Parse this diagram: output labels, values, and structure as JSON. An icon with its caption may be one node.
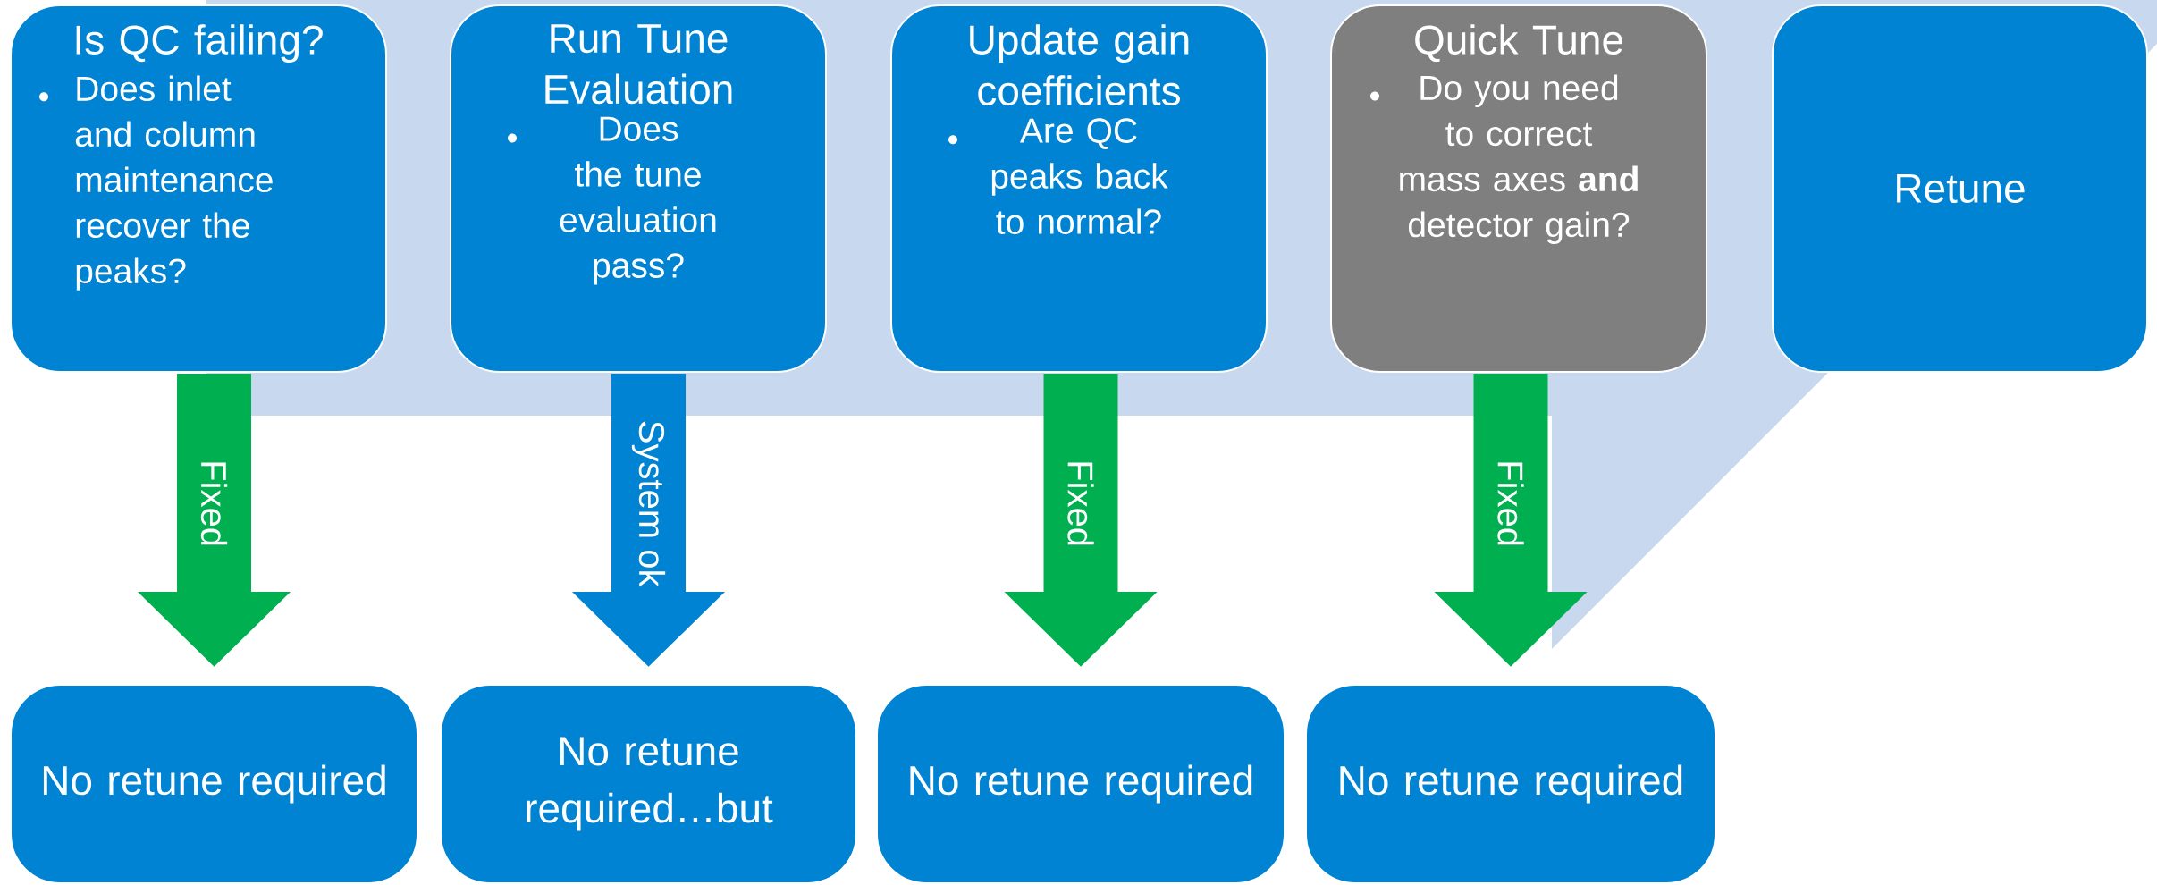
{
  "diagram": {
    "nodes": [
      {
        "text": [
          "Is QC failing?",
          "Does inlet and column maintenance recover the peaks?"
        ]
      },
      {
        "text": [
          "Run Tune Evaluation",
          "Does the tune evaluation pass?"
        ]
      },
      {
        "text": [
          "Update gain coefficients",
          "Are QC peaks back to normal?"
        ]
      },
      {
        "text": [
          "Quick Tune",
          "Do you need to correct mass axes **and** detector gain?"
        ]
      },
      {
        "text": [
          "Retune"
        ]
      },
      {
        "text": [
          "No retune required"
        ]
      },
      {
        "text": [
          "No retune required…but"
        ]
      },
      {
        "text": [
          "No retune required"
        ]
      },
      {
        "text": [
          "No retune required"
        ]
      }
    ],
    "edges": [
      {
        "from": 0,
        "to": 5,
        "arrow": "to",
        "label": "Fixed"
      },
      {
        "from": 1,
        "to": 6,
        "arrow": "to",
        "label": "System ok",
        "color": "#0083d3"
      },
      {
        "from": 2,
        "to": 7,
        "arrow": "to",
        "label": "Fixed"
      },
      {
        "from": 3,
        "to": 8,
        "arrow": "to",
        "label": "Fixed"
      }
    ]
  }
}
